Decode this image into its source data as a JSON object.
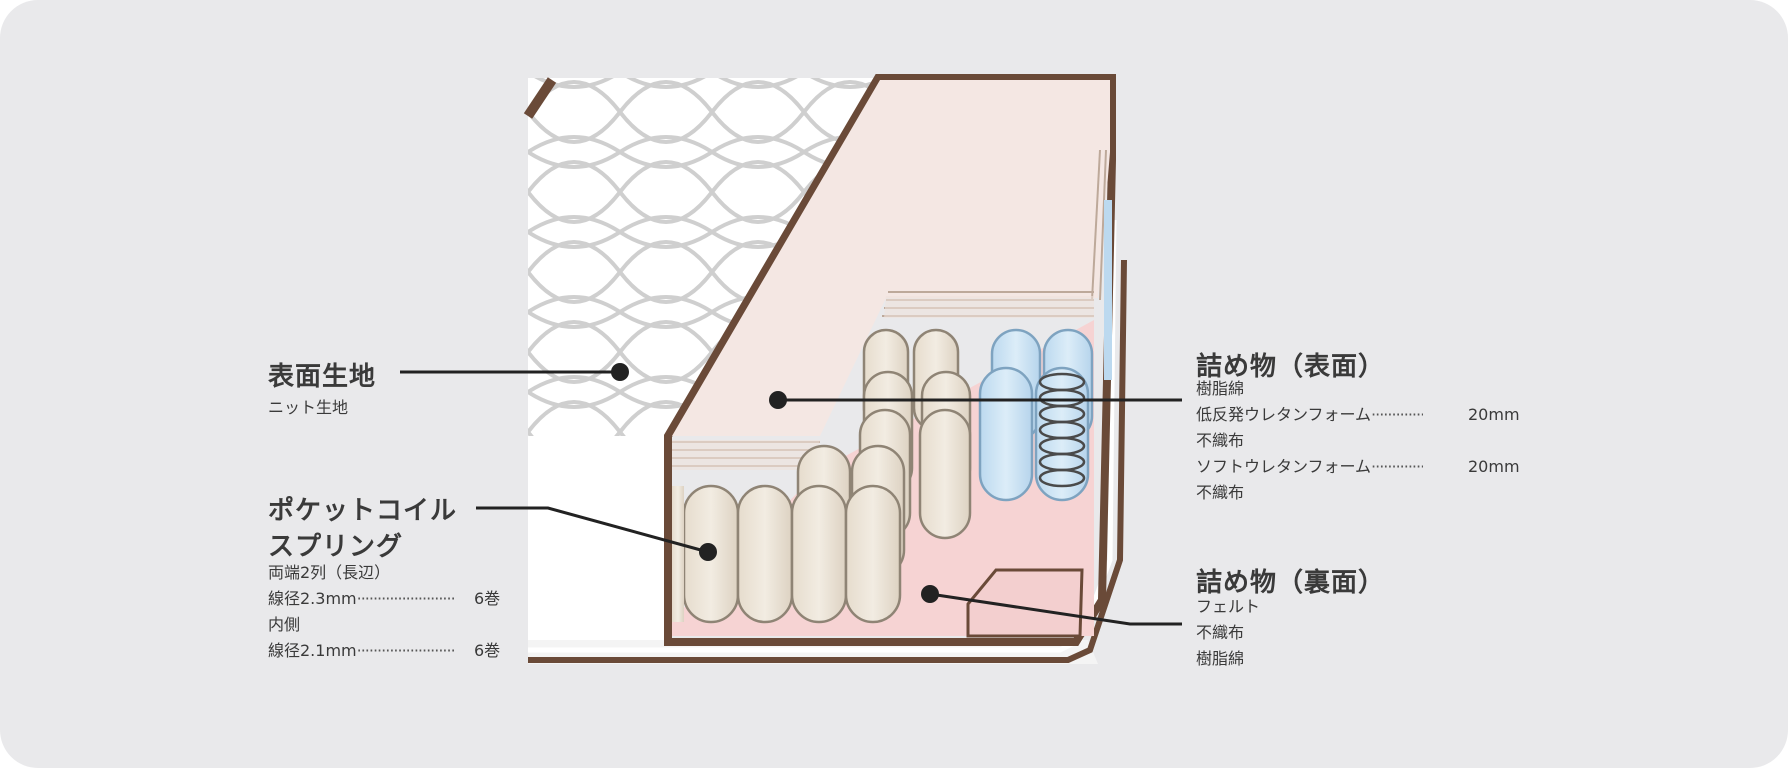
{
  "labels": {
    "surface_fabric": {
      "title": "表面生地",
      "detail": "ニット生地"
    },
    "pocket_coil": {
      "title_line1": "ポケットコイル",
      "title_line2": "スプリング",
      "edge_rows": "両端2列（長辺）",
      "outer_wire": "線径2.3mm",
      "outer_turns": "6巻",
      "inner": "内側",
      "inner_wire": "線径2.1mm",
      "inner_turns": "6巻"
    },
    "filling_top": {
      "title": "詰め物（表面）",
      "item1": "樹脂綿",
      "item2": "低反発ウレタンフォーム",
      "item2_value": "20mm",
      "item3": "不織布",
      "item4": "ソフトウレタンフォーム",
      "item4_value": "20mm",
      "item5": "不織布"
    },
    "filling_back": {
      "title": "詰め物（裏面）",
      "item1": "フェルト",
      "item2": "不織布",
      "item3": "樹脂綿"
    }
  },
  "colors": {
    "background": "#e9e9eb",
    "frame_brown": "#6a4a38",
    "padding_beige": "#f4e7e3",
    "felt_pink": "#f6d3d3",
    "coil_cream": "#efe7db",
    "soft_coil_blue": "#cfe5f5",
    "text": "#3a3a3a"
  }
}
